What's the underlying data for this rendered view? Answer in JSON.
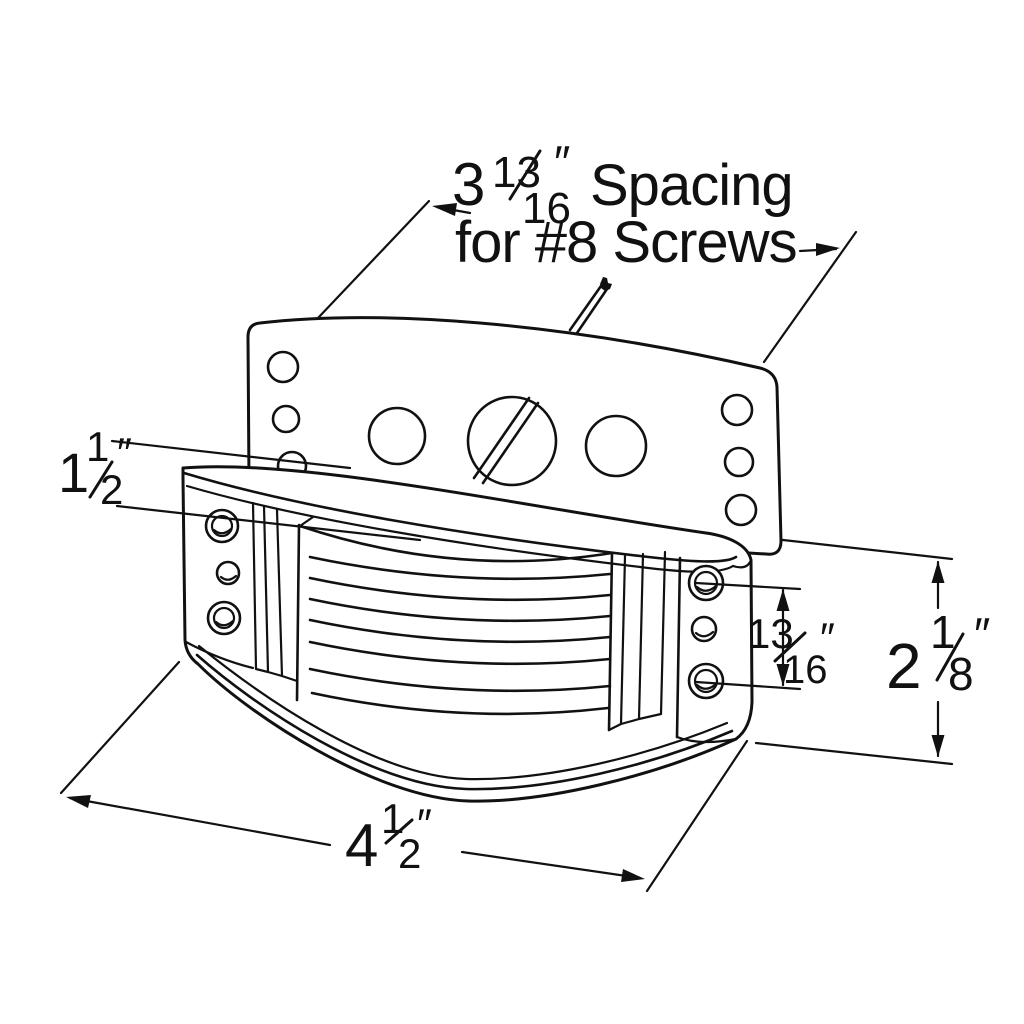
{
  "canvas": {
    "background": "#ffffff",
    "ink": "#111111"
  },
  "annotations": {
    "screw_spacing": {
      "value": "3 13/16\" Spacing for #8 Screws",
      "whole": "3",
      "numerator": "13",
      "denominator": "16",
      "unit": "″",
      "label_line1": "Spacing",
      "label_line2": "for #8 Screws"
    },
    "flange_depth": {
      "value": "1 1/2\"",
      "whole": "1",
      "numerator": "1",
      "denominator": "2",
      "unit": "″"
    },
    "hole_spacing": {
      "value": "13/16\"",
      "numerator": "13",
      "denominator": "16",
      "unit": "″"
    },
    "body_height": {
      "value": "2 1/8\"",
      "whole": "2",
      "numerator": "1",
      "denominator": "8",
      "unit": "″"
    },
    "body_width": {
      "value": "4 1/2\"",
      "whole": "4",
      "numerator": "1",
      "denominator": "2",
      "unit": "″"
    }
  }
}
